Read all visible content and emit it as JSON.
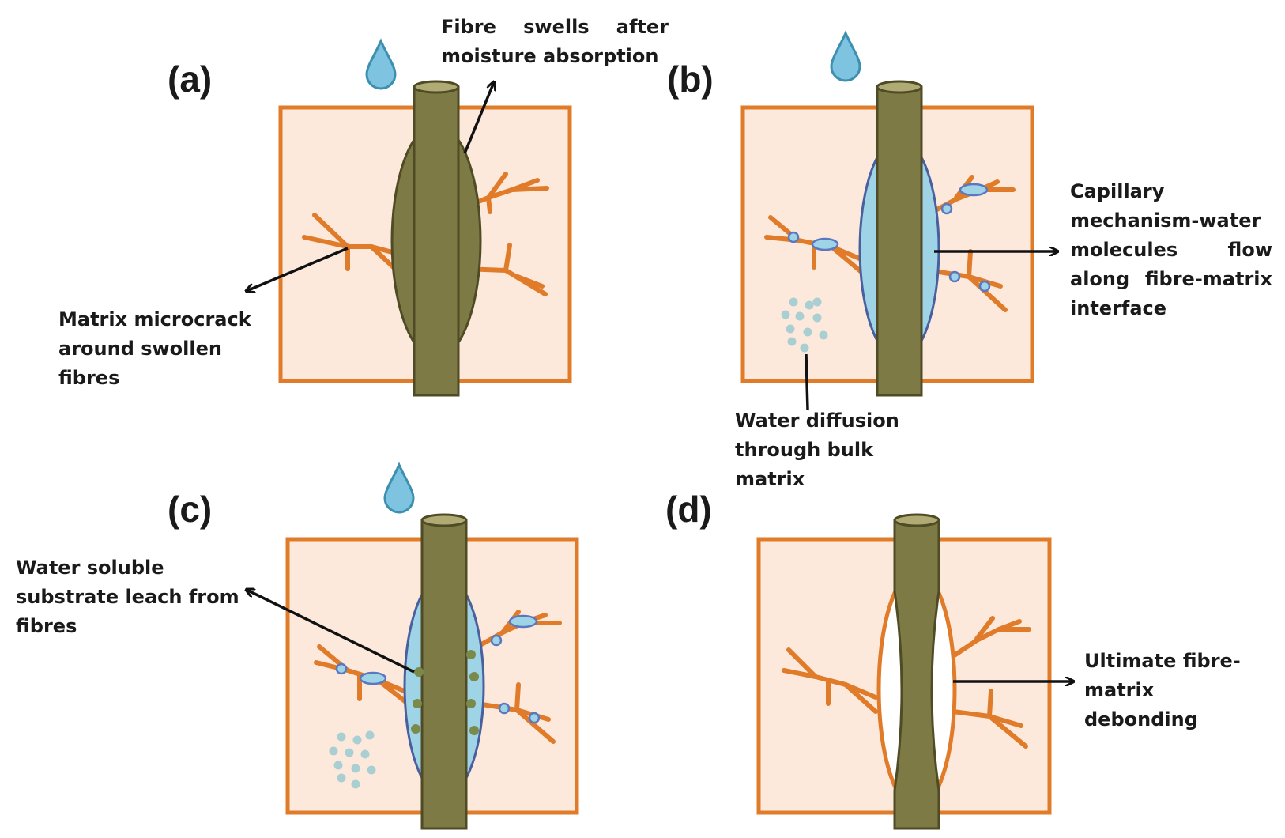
{
  "panels": {
    "a": {
      "label": "(a)",
      "annotations": {
        "swell": [
          "Fibre swells after",
          "moisture absorption"
        ],
        "microcrack": [
          "Matrix microcrack",
          "around swollen",
          "fibres"
        ]
      }
    },
    "b": {
      "label": "(b)",
      "annotations": {
        "capillary": [
          "Capillary",
          "mechanism-water",
          "molecules flow",
          "along fibre-matrix",
          "interface"
        ],
        "diffusion": [
          "Water diffusion",
          "through bulk",
          "matrix"
        ]
      }
    },
    "c": {
      "label": "(c)",
      "annotations": {
        "leach": [
          "Water soluble",
          "substrate leach from",
          "fibres"
        ]
      }
    },
    "d": {
      "label": "(d)",
      "annotations": {
        "debond": [
          "Ultimate fibre-",
          "matrix",
          "debonding"
        ]
      }
    }
  },
  "colors": {
    "matrix_fill": "#fde9dc",
    "matrix_border": "#e07b2a",
    "fibre": "#7e7a45",
    "fibre_dark": "#5f5b30",
    "water": "#9fd3e6",
    "water_drop": "#7ec3e0",
    "crack": "#e07b2a",
    "particles": "#a9cfd2",
    "leach_dots": "#7a8a4a"
  }
}
